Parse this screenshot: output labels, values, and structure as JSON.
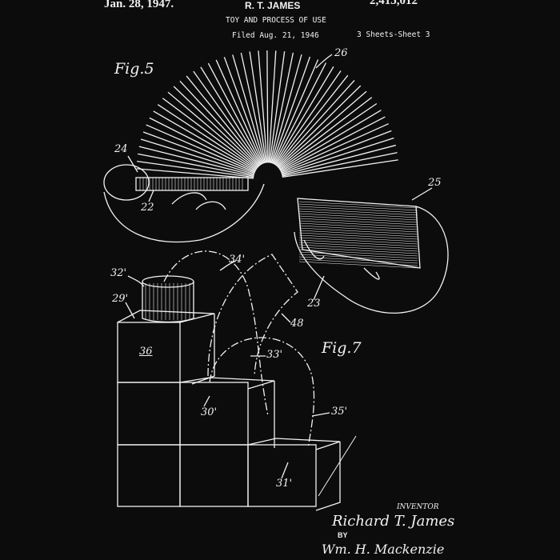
{
  "header": {
    "date": "Jan. 28, 1947.",
    "inventor_name": "R. T. JAMES",
    "patent_number": "2,415,012",
    "title": "TOY AND PROCESS OF USE",
    "filed": "Filed Aug. 21, 1946",
    "sheets": "3 Sheets-Sheet 3"
  },
  "figures": {
    "fig5": {
      "label": "Fig.5",
      "refs": {
        "coil": "26",
        "left_end": "24",
        "left_hand": "22",
        "right_end": "25",
        "right_hand": "23"
      }
    },
    "fig7": {
      "label": "Fig.7",
      "refs": {
        "top_coil": "32'",
        "arc_a": "34'",
        "top_block": "29'",
        "block": "36",
        "arc_end": "48",
        "arc_b": "33'",
        "step": "30'",
        "arc_c": "35'",
        "bottom": "31'"
      }
    }
  },
  "signature": {
    "inventor_caption": "INVENTOR",
    "inventor_signature": "Richard T. James",
    "by": "BY",
    "attorney_signature": "Wm. H. Mackenzie"
  },
  "colors": {
    "background": "#0c0c0c",
    "ink": "#f2f2f2"
  }
}
